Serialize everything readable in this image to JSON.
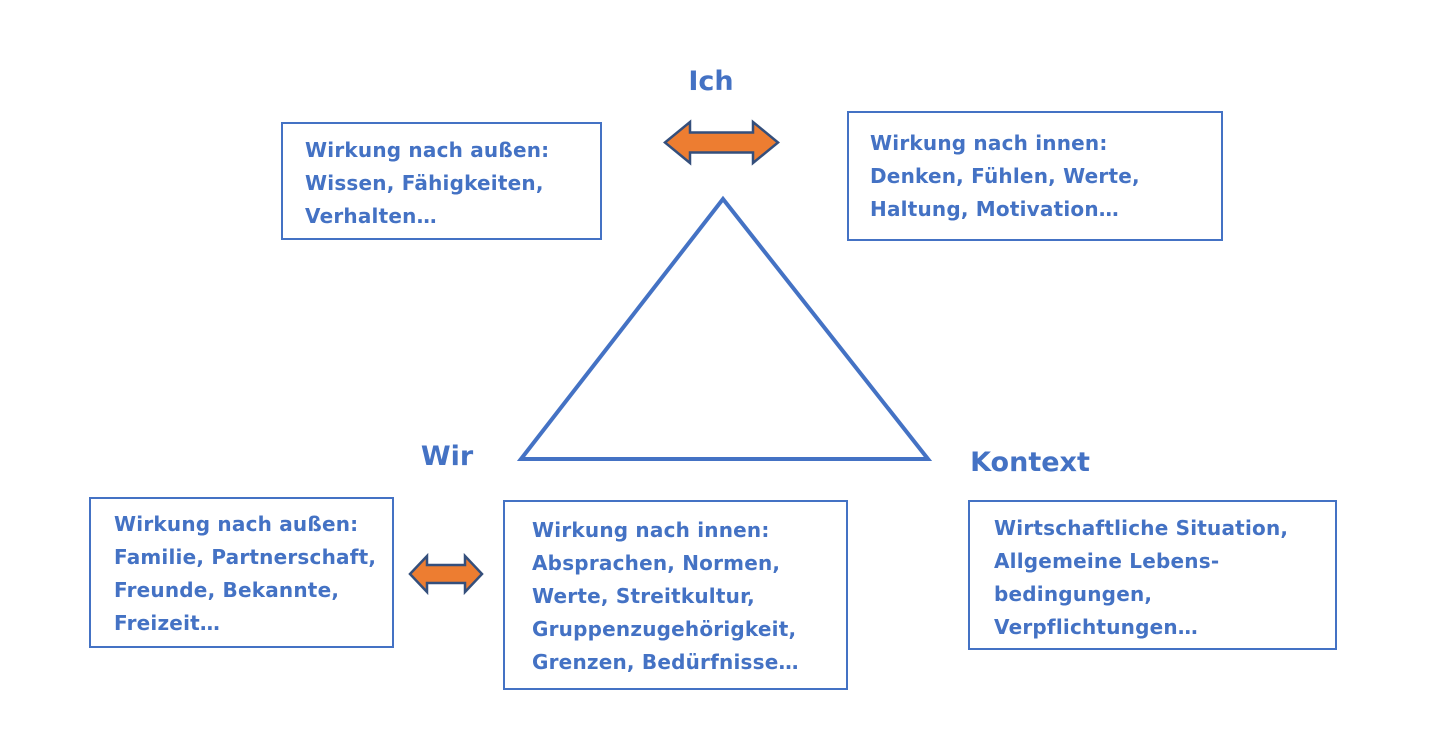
{
  "colors": {
    "background": "#FFFFFF",
    "accent_blue": "#4472C4",
    "arrow_orange": "#ED7D31",
    "arrow_border": "#344F7C"
  },
  "labels": {
    "top_vertex": "Ich",
    "bottom_left_vertex": "Wir",
    "bottom_right_vertex": "Kontext"
  },
  "icons": {
    "top_arrow": "double-headed-horizontal-arrow",
    "wir_arrow": "double-headed-horizontal-arrow"
  },
  "boxes": {
    "ich_aussen": {
      "lines": [
        "Wirkung nach außen:",
        "Wissen, Fähigkeiten,",
        "Verhalten…"
      ]
    },
    "ich_innen": {
      "lines": [
        "Wirkung nach innen:",
        "Denken, Fühlen, Werte,",
        "Haltung, Motivation…"
      ]
    },
    "wir_aussen": {
      "lines": [
        "Wirkung nach außen:",
        "Familie, Partnerschaft,",
        "Freunde, Bekannte,",
        "Freizeit…"
      ]
    },
    "wir_innen": {
      "lines": [
        "Wirkung nach innen:",
        "Absprachen, Normen,",
        "Werte, Streitkultur,",
        "Gruppenzugehörigkeit,",
        "Grenzen, Bedürfnisse…"
      ]
    },
    "kontext": {
      "lines": [
        "Wirtschaftliche Situation,",
        "Allgemeine Lebens-",
        "bedingungen,",
        "Verpflichtungen…"
      ]
    }
  }
}
